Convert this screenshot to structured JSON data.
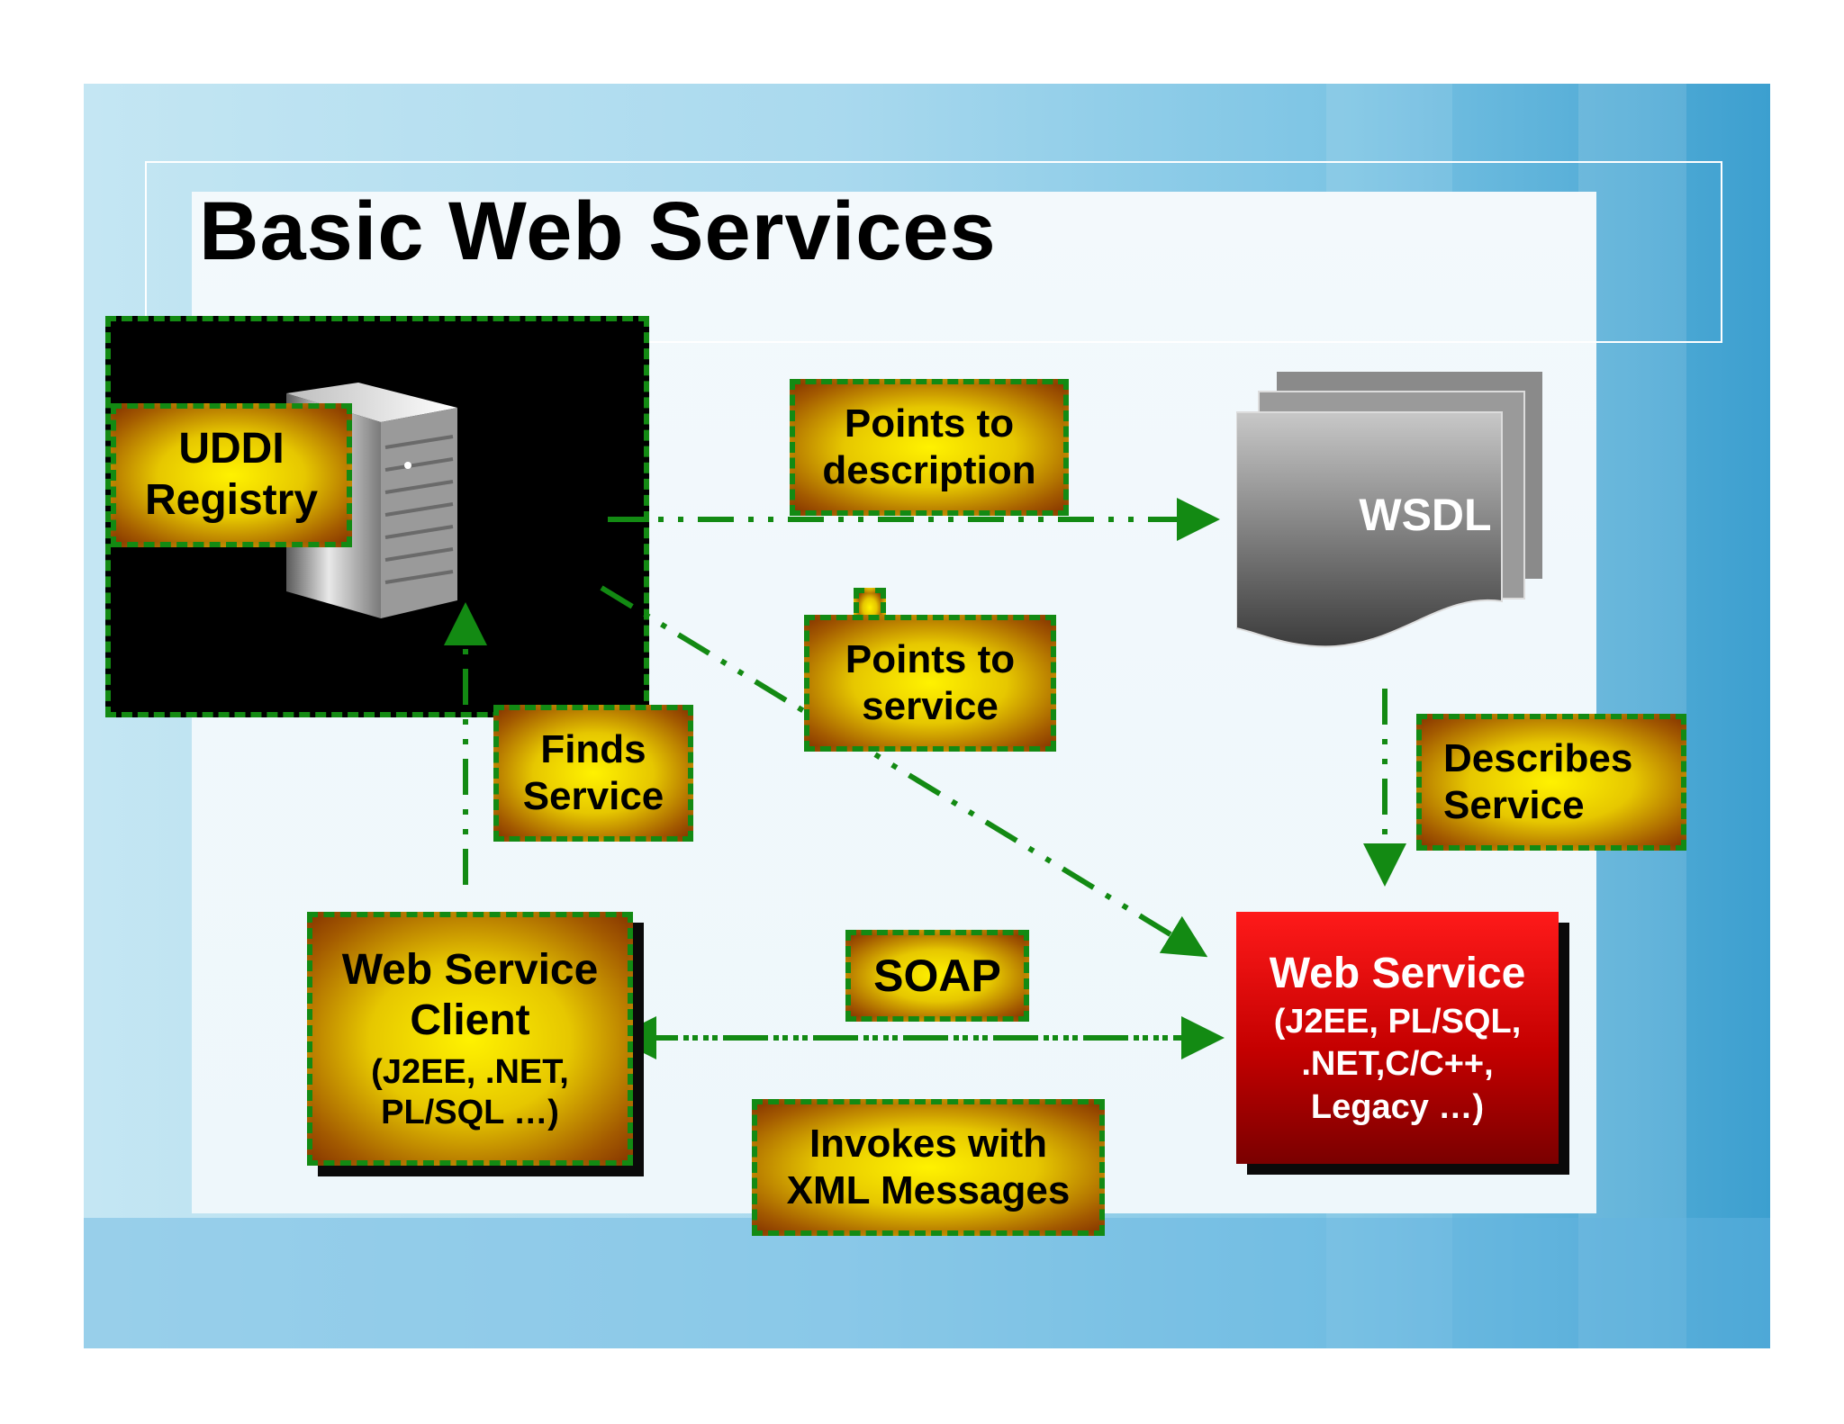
{
  "title": "Basic Web Services",
  "nodes": {
    "uddi": [
      "UDDI",
      "Registry"
    ],
    "points_description": [
      "Points to",
      "description"
    ],
    "wsdl": "WSDL",
    "points_service": [
      "Points to",
      "service"
    ],
    "finds_service": [
      "Finds",
      "Service"
    ],
    "describes_service": [
      "Describes",
      "Service"
    ],
    "client": {
      "line1": "Web Service",
      "line2": "Client",
      "line3": "(J2EE, .NET,",
      "line4": "PL/SQL …)"
    },
    "soap": "SOAP",
    "invokes": [
      "Invokes with",
      "XML Messages"
    ],
    "web_service": {
      "line1": "Web Service",
      "line2": "(J2EE, PL/SQL,",
      "line3": ".NET,C/C++,",
      "line4": "Legacy …)"
    }
  },
  "colors": {
    "connector": "#138a13",
    "web_service": "#d40000",
    "label_fill": "#e6c700"
  }
}
